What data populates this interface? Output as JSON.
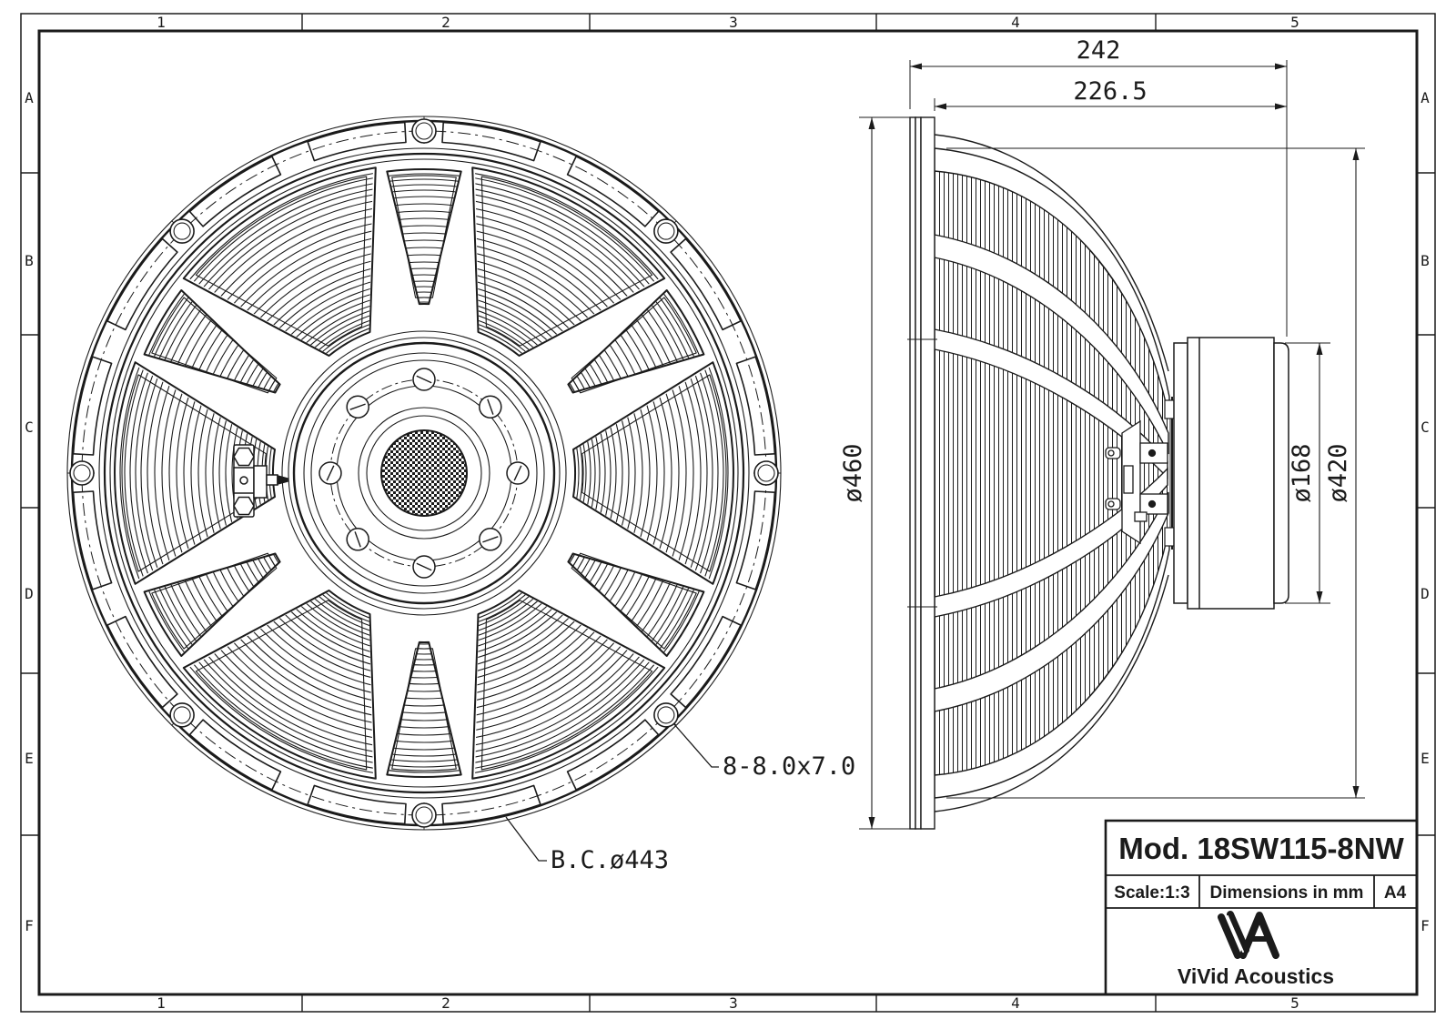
{
  "sheet": {
    "grid_columns": [
      "1",
      "2",
      "3",
      "4",
      "5"
    ],
    "grid_rows": [
      "A",
      "B",
      "C",
      "D",
      "E",
      "F"
    ]
  },
  "front_view": {
    "labels": {
      "mounting_slots": "8-8.0x7.0",
      "bolt_circle": "B.C.ø443"
    }
  },
  "side_view": {
    "dimensions": {
      "total_depth": "242",
      "mounting_depth": "226.5",
      "overall_diameter": "ø460",
      "magnet_diameter": "ø168",
      "basket_diameter": "ø420"
    }
  },
  "title_block": {
    "model": "Mod. 18SW115-8NW",
    "scale": "Scale:1:3",
    "units": "Dimensions in mm",
    "paper_size": "A4",
    "company": "ViVid Acoustics"
  },
  "colors": {
    "line": "#1b1b1b",
    "background": "#ffffff"
  }
}
